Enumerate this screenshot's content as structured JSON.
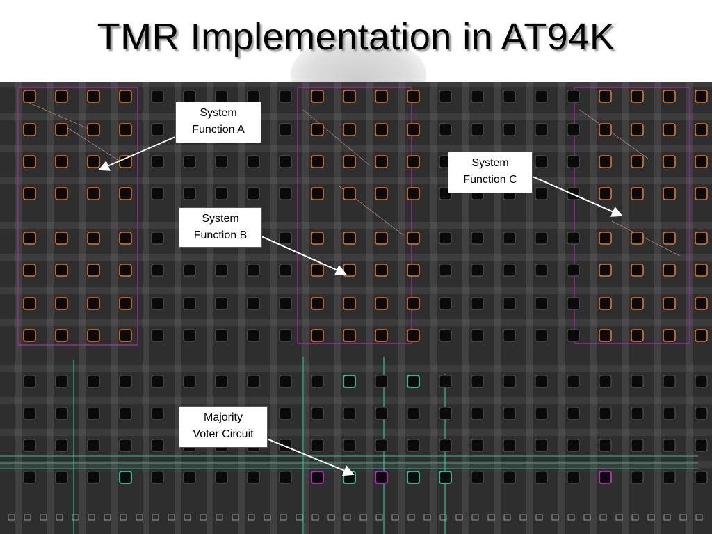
{
  "title": "TMR Implementation in AT94K",
  "callouts": {
    "function_a": {
      "line1": "System",
      "line2": "Function A"
    },
    "function_b": {
      "line1": "System",
      "line2": "Function B"
    },
    "function_c": {
      "line1": "System",
      "line2": "Function C"
    },
    "voter": {
      "line1": "Majority",
      "line2": "Voter Circuit"
    }
  },
  "colors": {
    "fabric_bg": "#2e2e2e",
    "routing_grey": "#9c9c9c",
    "cell_fill": "#0a0a0a",
    "used_cell_outline": "#d97a2a",
    "function_boundary": "#c030c0",
    "voter_net": "#30c090",
    "voter_cell_outline": "#35c9a0",
    "callout_bg": "#ffffff",
    "arrow": "#ffffff"
  }
}
